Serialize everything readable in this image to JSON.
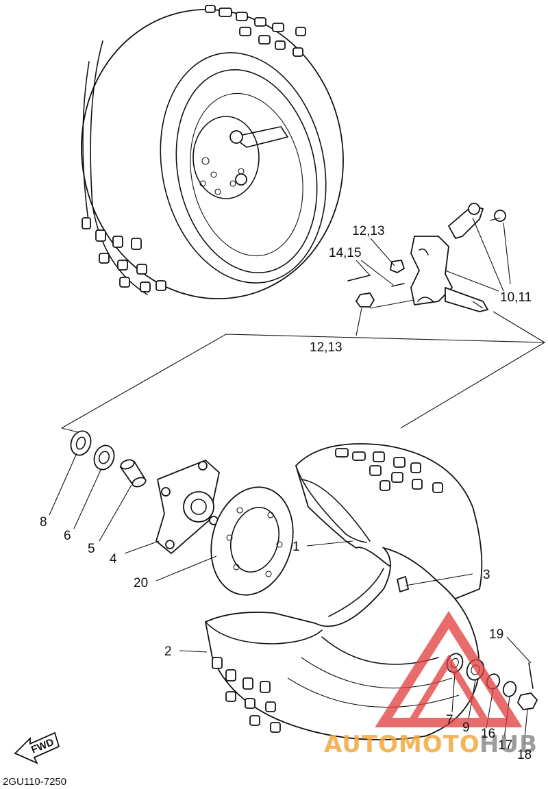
{
  "labels": {
    "p1": "1",
    "p2": "2",
    "p3": "3",
    "p4": "4",
    "p5": "5",
    "p6": "6",
    "p7": "7",
    "p8": "8",
    "p9": "9",
    "p10_11": "10,11",
    "p12_13_a": "12,13",
    "p12_13_b": "12,13",
    "p14_15": "14,15",
    "p16": "16",
    "p17": "17",
    "p18": "18",
    "p19": "19",
    "p20": "20"
  },
  "fwd_label": "FWD",
  "diagram_code": "2GU110-7250",
  "watermark": {
    "text_left": "AUTOMOTO",
    "text_right": "HUB",
    "color_left": "#f2a93b",
    "color_right": "#8c8c8c",
    "logo_color": "#e23b3b"
  }
}
